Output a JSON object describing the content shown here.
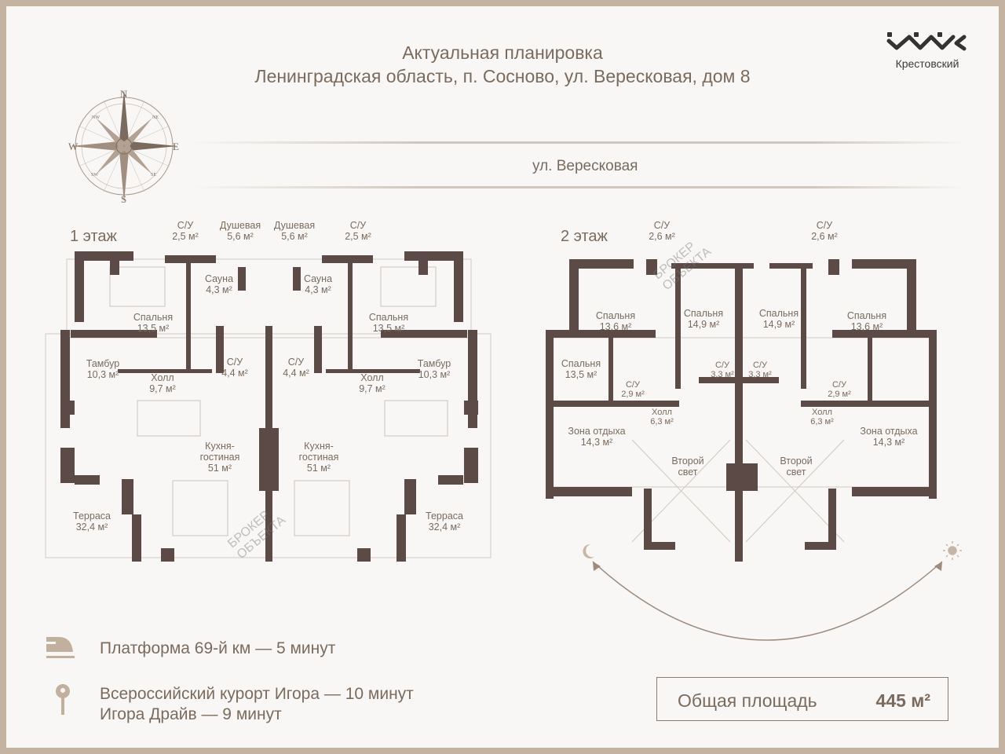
{
  "header": {
    "title": "Актуальная планировка",
    "address": "Ленинградская область, п. Сосново, ул. Вересковая, дом 8"
  },
  "logo": {
    "word": "Крестовский"
  },
  "compass": {
    "n": "N",
    "s": "S",
    "e": "E",
    "w": "W",
    "ne": "NE",
    "nw": "NW",
    "se": "SE",
    "sw": "SW"
  },
  "street": "ул. Вересковая",
  "floor1": {
    "label": "1 этаж",
    "rooms": [
      {
        "name": "С/У",
        "area": "2,5 м²"
      },
      {
        "name": "Душевая",
        "area": "5,6 м²"
      },
      {
        "name": "Душевая",
        "area": "5,6 м²"
      },
      {
        "name": "С/У",
        "area": "2,5 м²"
      },
      {
        "name": "Сауна",
        "area": "4,3 м²"
      },
      {
        "name": "Сауна",
        "area": "4,3 м²"
      },
      {
        "name": "Спальня",
        "area": "13,5 м²"
      },
      {
        "name": "Спальня",
        "area": "13,5 м²"
      },
      {
        "name": "С/У",
        "area": "4,4 м²"
      },
      {
        "name": "С/У",
        "area": "4,4 м²"
      },
      {
        "name": "Тамбур",
        "area": "10,3 м²"
      },
      {
        "name": "Тамбур",
        "area": "10,3 м²"
      },
      {
        "name": "Холл",
        "area": "9,7 м²"
      },
      {
        "name": "Холл",
        "area": "9,7 м²"
      },
      {
        "name": "Кухня-",
        "name2": "гостиная",
        "area": "51 м²"
      },
      {
        "name": "Кухня-",
        "name2": "гостиная",
        "area": "51 м²"
      },
      {
        "name": "Терраса",
        "area": "32,4 м²"
      },
      {
        "name": "Терраса",
        "area": "32,4 м²"
      }
    ]
  },
  "floor2": {
    "label": "2 этаж",
    "rooms": [
      {
        "name": "С/У",
        "area": "2,6 м²"
      },
      {
        "name": "С/У",
        "area": "2,6 м²"
      },
      {
        "name": "Спальня",
        "area": "13,6 м²"
      },
      {
        "name": "Спальня",
        "area": "14,9 м²"
      },
      {
        "name": "Спальня",
        "area": "14,9 м²"
      },
      {
        "name": "Спальня",
        "area": "13,6 м²"
      },
      {
        "name": "Спальня",
        "area": "13,5 м²"
      },
      {
        "name": "С/У",
        "area": "3,3 м²"
      },
      {
        "name": "С/У",
        "area": "3,3 м²"
      },
      {
        "name": "С/У",
        "area": "2,9 м²"
      },
      {
        "name": "С/У",
        "area": "2,9 м²"
      },
      {
        "name": "Холл",
        "area": "6,3 м²"
      },
      {
        "name": "Холл",
        "area": "6,3 м²"
      },
      {
        "name": "Зона отдыха",
        "area": "14,3 м²"
      },
      {
        "name": "Зона отдыха",
        "area": "14,3 м²"
      },
      {
        "name": "Второй",
        "name2": "свет"
      },
      {
        "name": "Второй",
        "name2": "свет"
      }
    ]
  },
  "watermark": {
    "line1": "БРОКЕР",
    "line2": "ОБЪЕКТА"
  },
  "info": {
    "train": "Платформа 69-й км — 5 минут",
    "resort": "Всероссийский курорт Игора — 10 минут",
    "drive": "Игора Драйв — 9 минут"
  },
  "total": {
    "label": "Общая площадь",
    "value": "445 м²"
  },
  "colors": {
    "frame": "#c4b3a1",
    "text": "#7b6b5e",
    "wall": "#5b4a45",
    "icon": "#c2b09f"
  }
}
